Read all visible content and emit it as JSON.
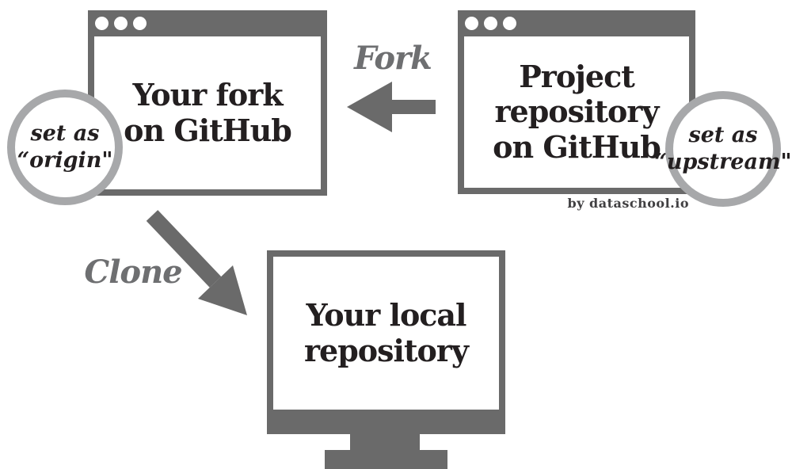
{
  "diagram": {
    "windows": {
      "fork": {
        "title": "Your fork\non GitHub",
        "badge": "set as\n“origin\""
      },
      "project": {
        "title": "Project\nrepository\non GitHub",
        "badge": "set as\n“upstream\""
      }
    },
    "arrows": {
      "fork_label": "Fork",
      "clone_label": "Clone"
    },
    "monitor": {
      "title": "Your local\nrepository"
    },
    "attribution": "by dataschool.io",
    "colors": {
      "chrome_gray": "#6a6a6a",
      "ring_gray": "#a7a8aa",
      "label_gray": "#6e6f71",
      "text_black": "#231f20",
      "attribution_gray": "#414042"
    }
  }
}
